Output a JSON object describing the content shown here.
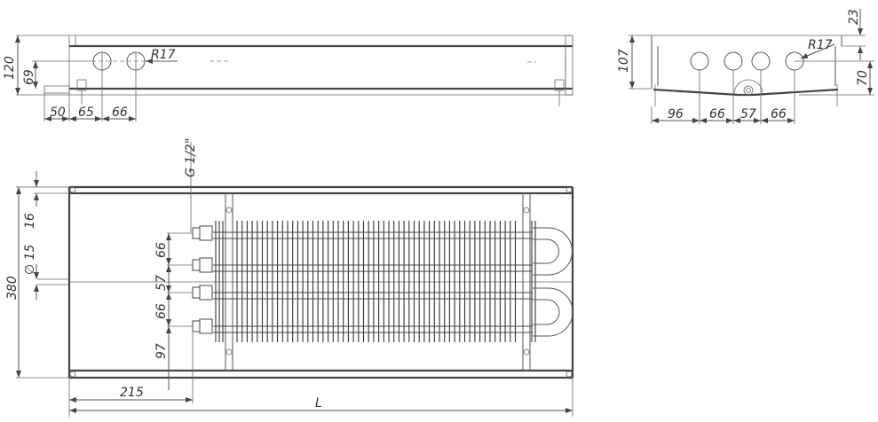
{
  "side_view": {
    "dims": {
      "height_total": "120",
      "height_pipe": "69",
      "offset_50": "50",
      "offset_65": "65",
      "offset_66": "66",
      "radius": "R17"
    }
  },
  "end_view": {
    "dims": {
      "top_23": "23",
      "height_107": "107",
      "height_70": "70",
      "radius": "R17",
      "d96": "96",
      "d66a": "66",
      "d57": "57",
      "d66b": "66"
    }
  },
  "plan_view": {
    "dims": {
      "thread": "G 1/2\"",
      "top_16": "16",
      "dia_15": "∅ 15",
      "width_380": "380",
      "p66a": "66",
      "p57": "57",
      "p66b": "66",
      "p97": "97",
      "x215": "215",
      "length": "L"
    }
  },
  "colors": {
    "line": "#444444",
    "background": "#ffffff"
  }
}
